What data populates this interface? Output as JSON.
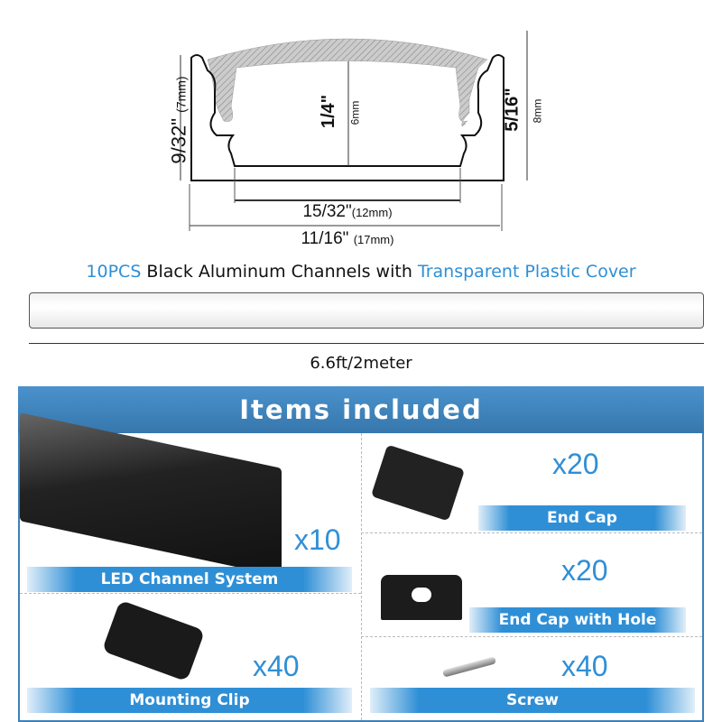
{
  "dimensions": {
    "height_left": "9/32\"",
    "height_left_mm": "(7mm)",
    "inner_height": "1/4\"",
    "inner_height_mm": "6mm",
    "height_right": "5/16\"",
    "height_right_mm": "8mm",
    "inner_width": "15/32\"",
    "inner_width_mm": "(12mm)",
    "outer_width": "11/16\"",
    "outer_width_mm": "(17mm)"
  },
  "headline": {
    "part1": "10PCS",
    "part2": " Black Aluminum Channels with ",
    "part3": "Transparent Plastic Cover"
  },
  "length_label": "6.6ft/2meter",
  "items_panel": {
    "title": "Items included",
    "items": [
      {
        "label": "LED Channel System",
        "qty": "x10"
      },
      {
        "label": "End Cap",
        "qty": "x20"
      },
      {
        "label": "End Cap with Hole",
        "qty": "x20"
      },
      {
        "label": "Mounting Clip",
        "qty": "x40"
      },
      {
        "label": "Screw",
        "qty": "x40"
      }
    ]
  },
  "colors": {
    "accent": "#2f8fd6",
    "header": "#3d80b8"
  }
}
